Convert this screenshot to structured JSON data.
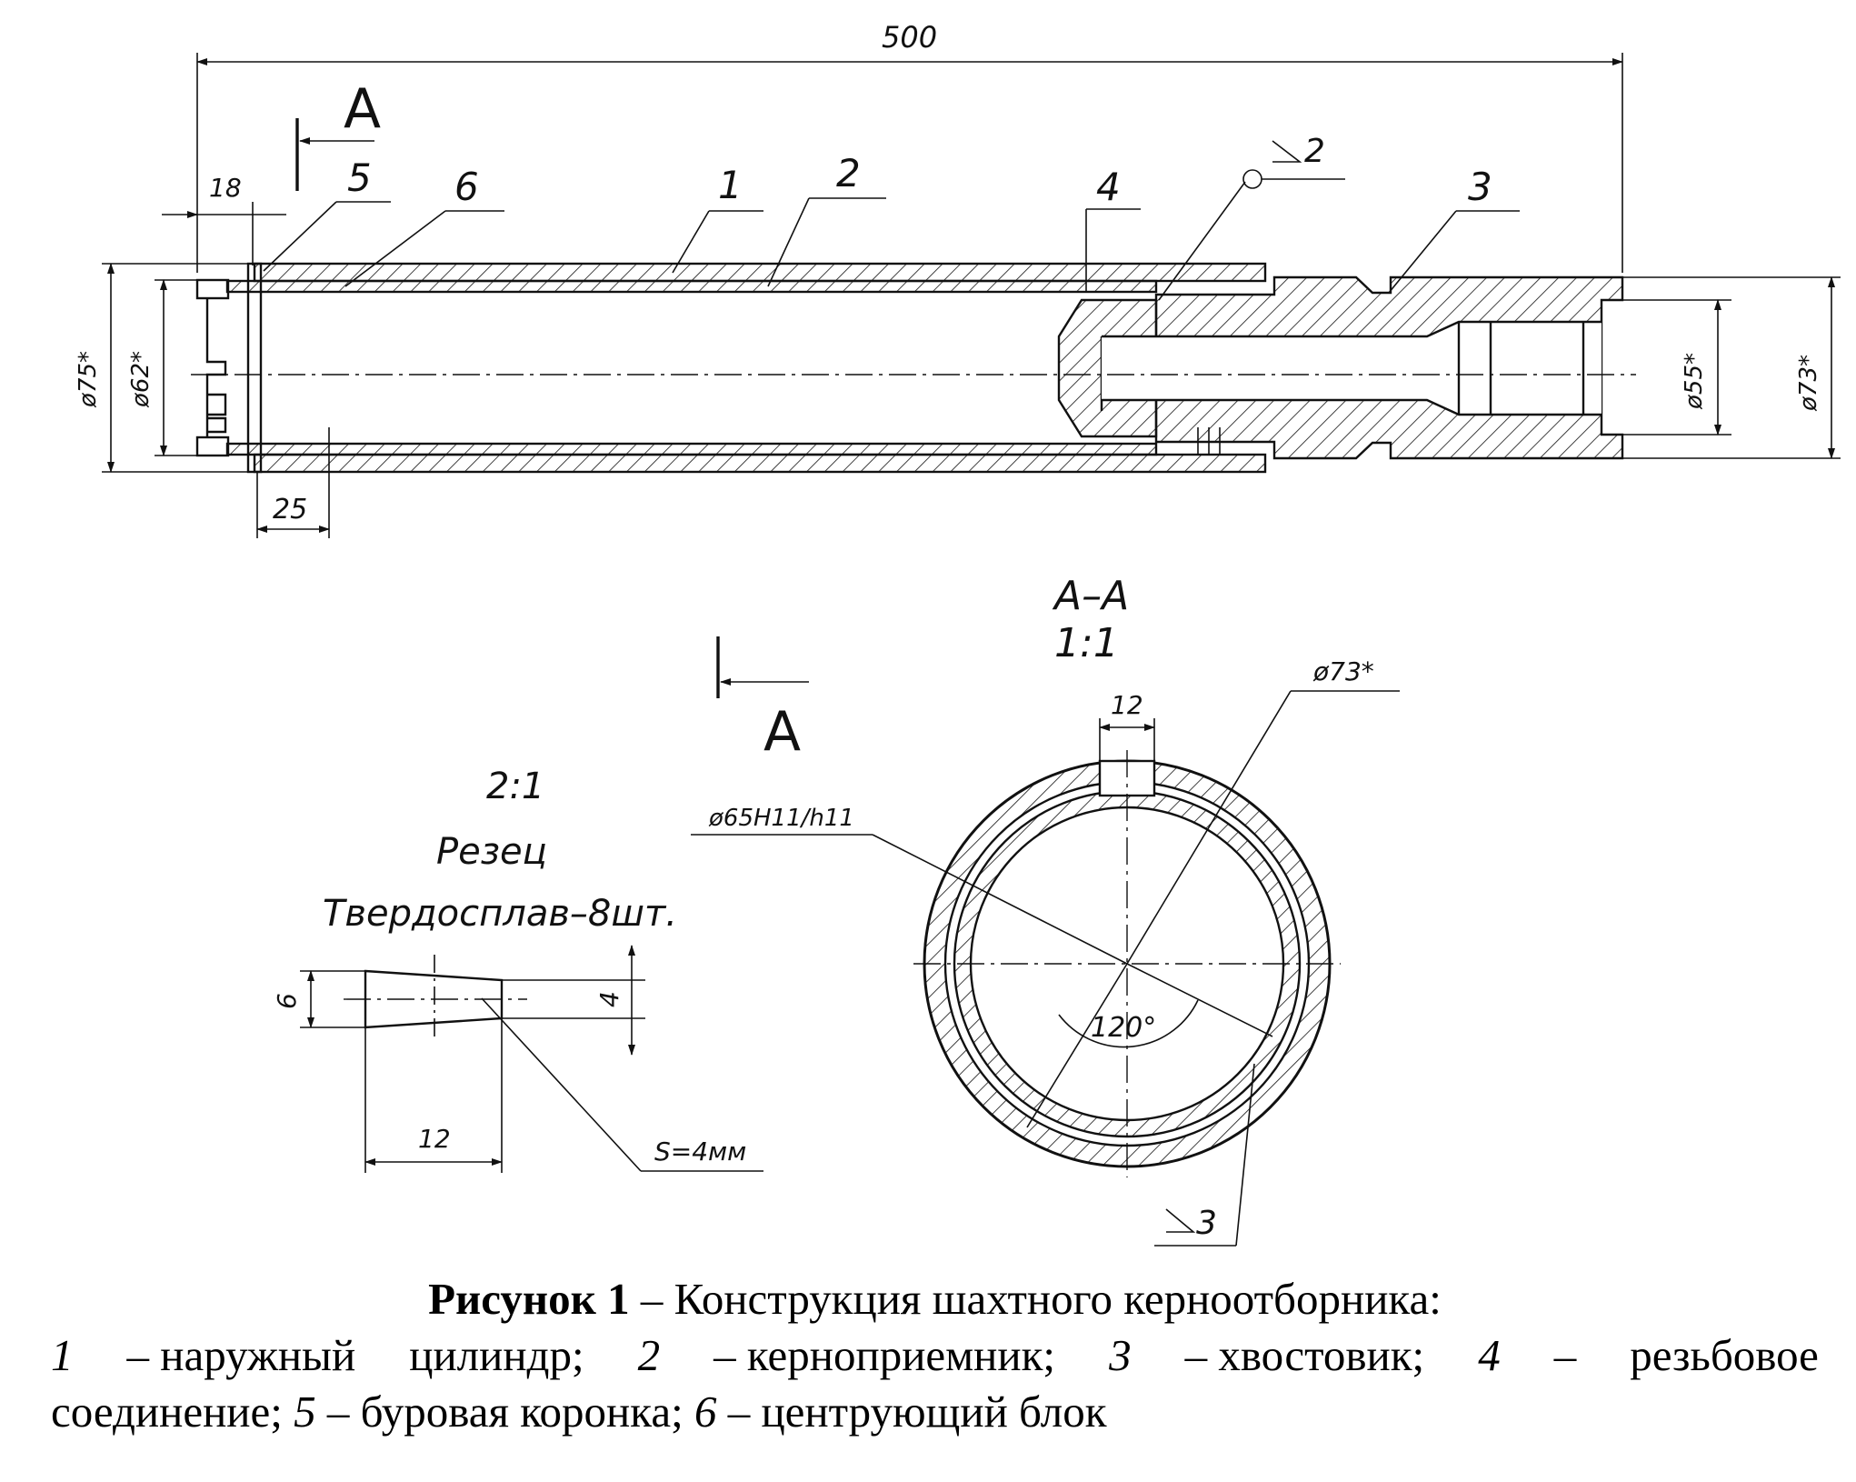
{
  "drawing": {
    "overall_length": "500",
    "section_mark": "А",
    "dim_18": "18",
    "dim_25": "25",
    "d75": "ø75*",
    "d62": "ø62*",
    "d55": "ø55*",
    "d73_side": "ø73*",
    "callouts": {
      "c1": "1",
      "c2": "2",
      "c3": "3",
      "c4": "4",
      "c5": "5",
      "c6": "6"
    },
    "roughness_top": "2",
    "section_title": "А–А",
    "section_scale": "1:1",
    "section_d73": "ø73*",
    "section_d65": "ø65H11/h11",
    "section_w12": "12",
    "section_angle": "120°",
    "roughness_bottom": "3",
    "detail_scale": "2:1",
    "detail_name": "Резец",
    "detail_material": "Твердосплав–8шт.",
    "detail_h6": "6",
    "detail_h4": "4",
    "detail_w12": "12",
    "detail_s": "S=4мм"
  },
  "caption": {
    "fig_label": "Рисунок 1",
    "title": " – Конструкция шахтного керноотборника:",
    "n1": "1",
    "t1a": "– наружный",
    "t1b": "цилиндр;",
    "n2": "2",
    "t2": "– керноприемник;",
    "n3": "3",
    "t3": "– хвостовик;",
    "n4": "4",
    "t4a": "–",
    "t4b": "резьбовое",
    "t5a": "соединение; ",
    "n5": "5",
    "t5b": " – буровая коронка; ",
    "n6": "6",
    "t6": " – центрующий блок"
  }
}
